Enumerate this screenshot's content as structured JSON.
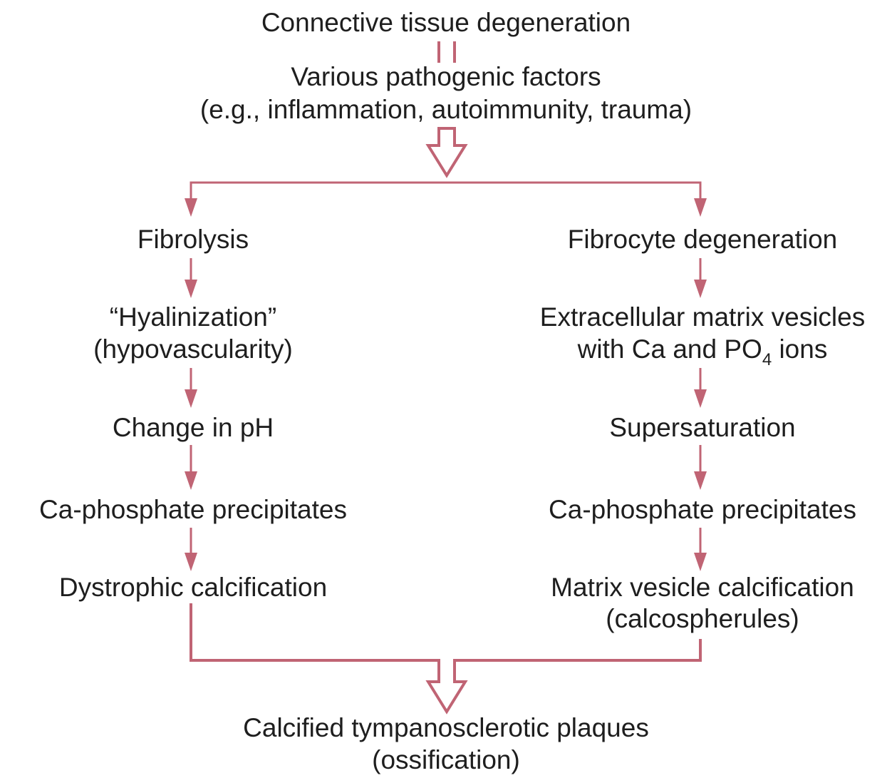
{
  "diagram": {
    "title": "Pathogenesis of tympanosclerosis",
    "colors": {
      "arrow": "#c06474",
      "text": "#1e1e1e"
    },
    "top": {
      "start": "Connective tissue degeneration",
      "factors_line1": "Various pathogenic factors",
      "factors_line2": "(e.g., inflammation, autoimmunity, trauma)"
    },
    "left_branch": [
      {
        "lines": [
          "Fibrolysis"
        ]
      },
      {
        "lines": [
          "“Hyalinization”",
          "(hypovascularity)"
        ]
      },
      {
        "lines": [
          "Change in pH"
        ]
      },
      {
        "lines": [
          "Ca-phosphate precipitates"
        ]
      },
      {
        "lines": [
          "Dystrophic calcification"
        ]
      }
    ],
    "right_branch": [
      {
        "lines": [
          "Fibrocyte degeneration"
        ]
      },
      {
        "lines": [
          "Extracellular matrix vesicles"
        ],
        "line2_pre": "with Ca and PO",
        "line2_sub": "4",
        "line2_post": " ions"
      },
      {
        "lines": [
          "Supersaturation"
        ]
      },
      {
        "lines": [
          "Ca-phosphate precipitates"
        ]
      },
      {
        "lines": [
          "Matrix vesicle calcification",
          "(calcospherules)"
        ]
      }
    ],
    "outcome": {
      "line1": "Calcified tympanosclerotic plaques",
      "line2": "(ossification)"
    }
  }
}
